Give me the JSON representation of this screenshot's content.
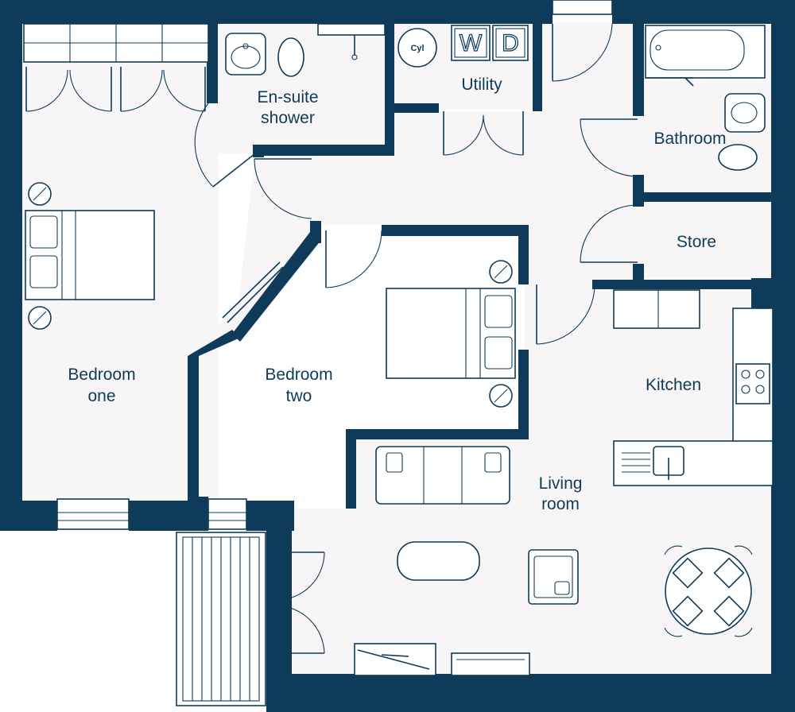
{
  "colors": {
    "wall": "#0f3b5a",
    "floor": "#f7f5f5",
    "line": "#0f3b5a",
    "background": "#ffffff"
  },
  "rooms": {
    "ensuite": [
      "En-suite",
      "shower"
    ],
    "utility": [
      "Utility"
    ],
    "bathroom": [
      "Bathroom"
    ],
    "store": [
      "Store"
    ],
    "bedroom_one": [
      "Bedroom",
      "one"
    ],
    "bedroom_two": [
      "Bedroom",
      "two"
    ],
    "kitchen": [
      "Kitchen"
    ],
    "living": [
      "Living",
      "room"
    ]
  },
  "appliances": {
    "cylinder": "Cyl",
    "washer": "W",
    "dryer": "D"
  },
  "icons": [
    "wardrobe-icon",
    "bed-icon",
    "shower-icon",
    "toilet-icon",
    "basin-icon",
    "bath-icon",
    "hob-icon",
    "sink-icon",
    "sofa-icon",
    "armchair-icon",
    "dining-table-icon",
    "door-swing-icon",
    "window-icon",
    "balcony-icon"
  ]
}
